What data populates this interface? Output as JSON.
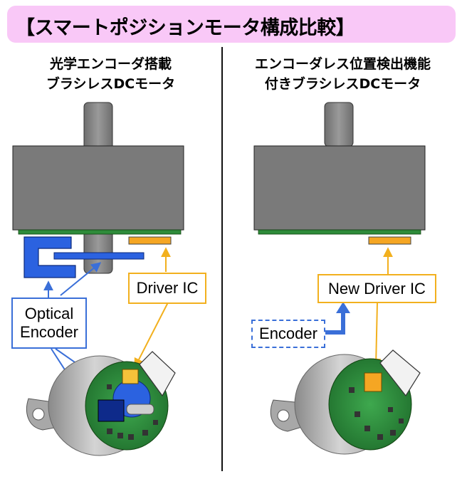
{
  "title": "【スマートポジションモータ構成比較】",
  "left": {
    "heading_line1": "光学エンコーダ搭載",
    "heading_line2": "ブラシレスDCモータ",
    "driver_label": "Driver IC",
    "encoder_label_line1": "Optical",
    "encoder_label_line2": "Encoder"
  },
  "right": {
    "heading_line1": "エンコーダレス位置検出機能",
    "heading_line2": "付きブラシレスDCモータ",
    "driver_label": "New Driver IC",
    "encoder_label": "Encoder"
  },
  "colors": {
    "title_bg": "#f9c8f7",
    "motor_body": "#7a7a7a",
    "pcb_green": "#2e8b3a",
    "driver_orange": "#f5a623",
    "driver_box_border": "#f2b01e",
    "encoder_blue": "#2b62e0",
    "encoder_box_border": "#3a6fd8"
  }
}
